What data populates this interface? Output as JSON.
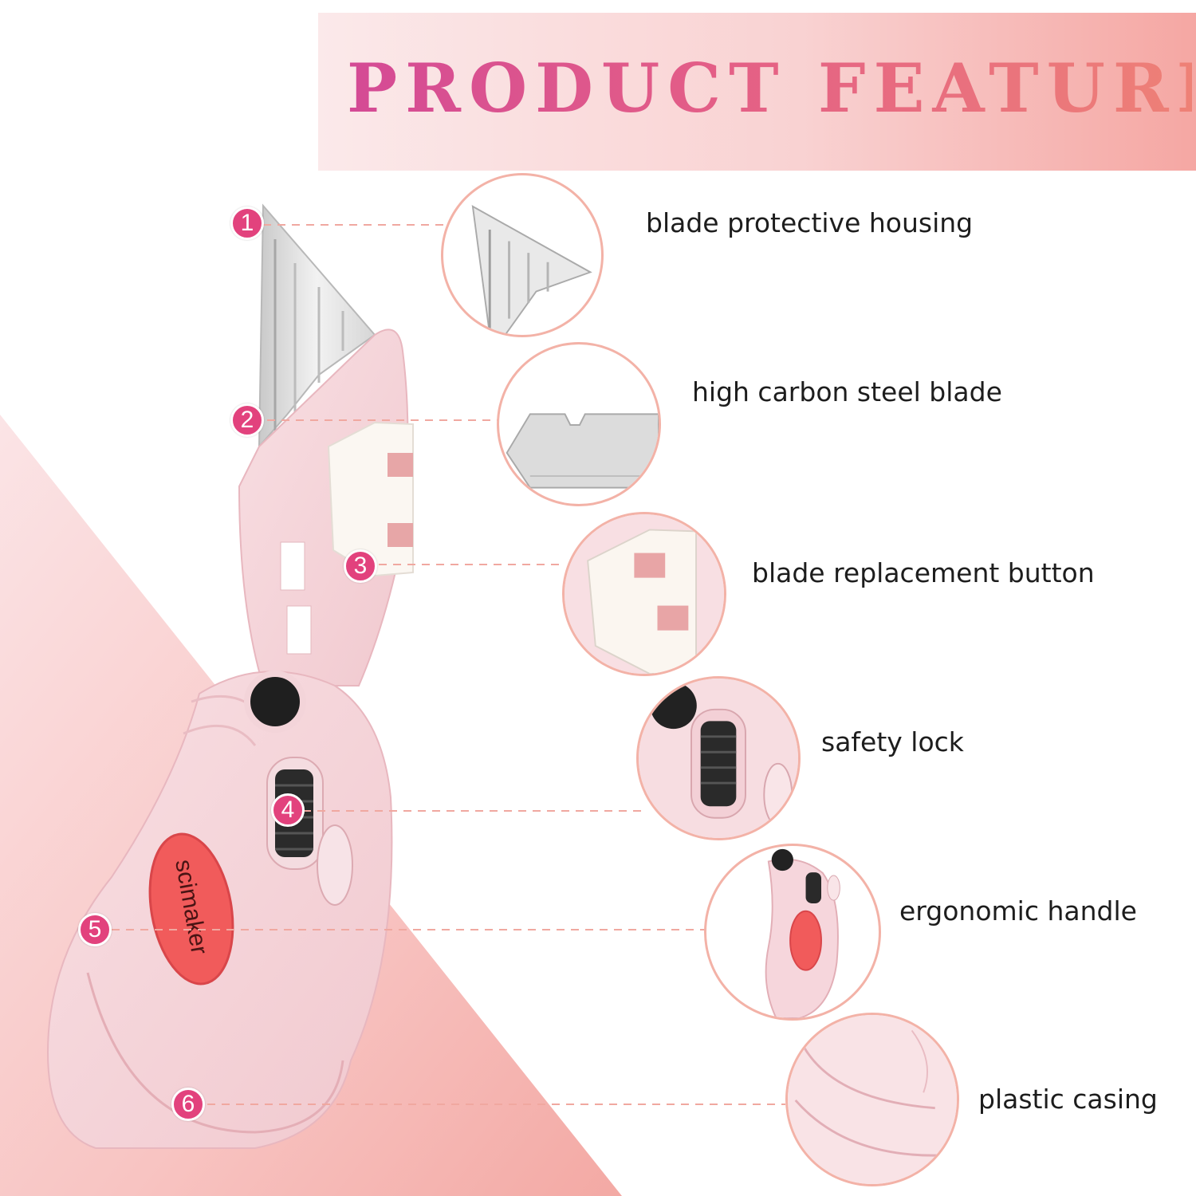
{
  "banner": {
    "title": "PRODUCT FEATURE"
  },
  "features": [
    {
      "number": "1",
      "label": "blade protective housing"
    },
    {
      "number": "2",
      "label": "high carbon steel blade"
    },
    {
      "number": "3",
      "label": "blade replacement button"
    },
    {
      "number": "4",
      "label": "safety  lock"
    },
    {
      "number": "5",
      "label": "ergonomic handle"
    },
    {
      "number": "6",
      "label": "plastic casing"
    }
  ],
  "product": {
    "brand": "scimaker"
  },
  "colors": {
    "accent": "#e2427d",
    "line": "#f0a8a0",
    "circle_border": "#f3b2a7",
    "banner_start": "#fbe9ea",
    "banner_end": "#f5a7a3",
    "body": "#f6d6dc"
  }
}
